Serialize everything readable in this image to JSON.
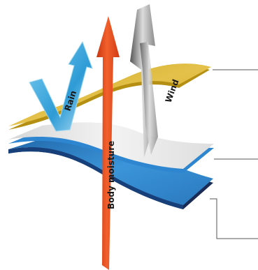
{
  "arrows": {
    "rain": {
      "label": "Rain",
      "icon": "rain-arrow"
    },
    "moisture": {
      "label": "Body moisture",
      "icon": "body-moisture-arrow"
    },
    "wind": {
      "label": "Wind",
      "icon": "wind-arrow"
    }
  },
  "colors": {
    "top_layer": "#d9b32e",
    "middle_layer": "#e6e6e6",
    "bottom_layer": "#2f7fc6",
    "moisture_arrow": "#ee4a1c",
    "rain_arrow": "#4fb3e0",
    "wind_arrow": "#8c8c8c",
    "leader_lines": "#555555"
  }
}
